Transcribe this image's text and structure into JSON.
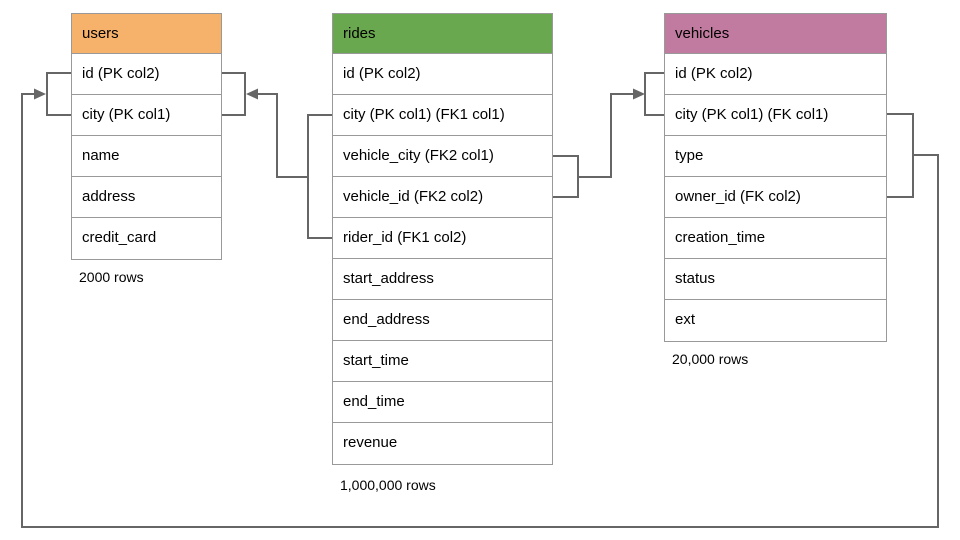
{
  "diagram": {
    "tables": [
      {
        "id": "users",
        "name": "users",
        "header_color": "#F6B26B",
        "columns": [
          "id (PK col2)",
          "city (PK col1)",
          "name",
          "address",
          "credit_card"
        ],
        "row_count": "2000 rows"
      },
      {
        "id": "rides",
        "name": "rides",
        "header_color": "#6AA84F",
        "columns": [
          "id (PK col2)",
          "city (PK col1) (FK1 col1)",
          "vehicle_city (FK2 col1)",
          "vehicle_id (FK2 col2)",
          "rider_id (FK1 col2)",
          "start_address",
          "end_address",
          "start_time",
          "end_time",
          "revenue"
        ],
        "row_count": "1,000,000 rows"
      },
      {
        "id": "vehicles",
        "name": "vehicles",
        "header_color": "#C27BA0",
        "columns": [
          "id (PK col2)",
          "city (PK col1) (FK col1)",
          "type",
          "owner_id (FK col2)",
          "creation_time",
          "status",
          "ext"
        ],
        "row_count": "20,000 rows"
      }
    ],
    "relationships": [
      {
        "from": "rides",
        "from_columns": [
          "city (PK col1) (FK1 col1)",
          "rider_id (FK1 col2)"
        ],
        "to": "users",
        "to_columns": [
          "id (PK col2)",
          "city (PK col1)"
        ]
      },
      {
        "from": "rides",
        "from_columns": [
          "vehicle_city (FK2 col1)",
          "vehicle_id (FK2 col2)"
        ],
        "to": "vehicles",
        "to_columns": [
          "id (PK col2)",
          "city (PK col1) (FK col1)"
        ]
      },
      {
        "from": "vehicles",
        "from_columns": [
          "city (PK col1) (FK col1)",
          "owner_id (FK col2)"
        ],
        "to": "users",
        "to_columns": [
          "id (PK col2)",
          "city (PK col1)"
        ]
      }
    ],
    "colors": {
      "connector": "#666666",
      "table_border": "#999999",
      "text": "#000000",
      "users_header": "#F6B26B",
      "rides_header": "#6AA84F",
      "vehicles_header": "#C27BA0"
    }
  }
}
